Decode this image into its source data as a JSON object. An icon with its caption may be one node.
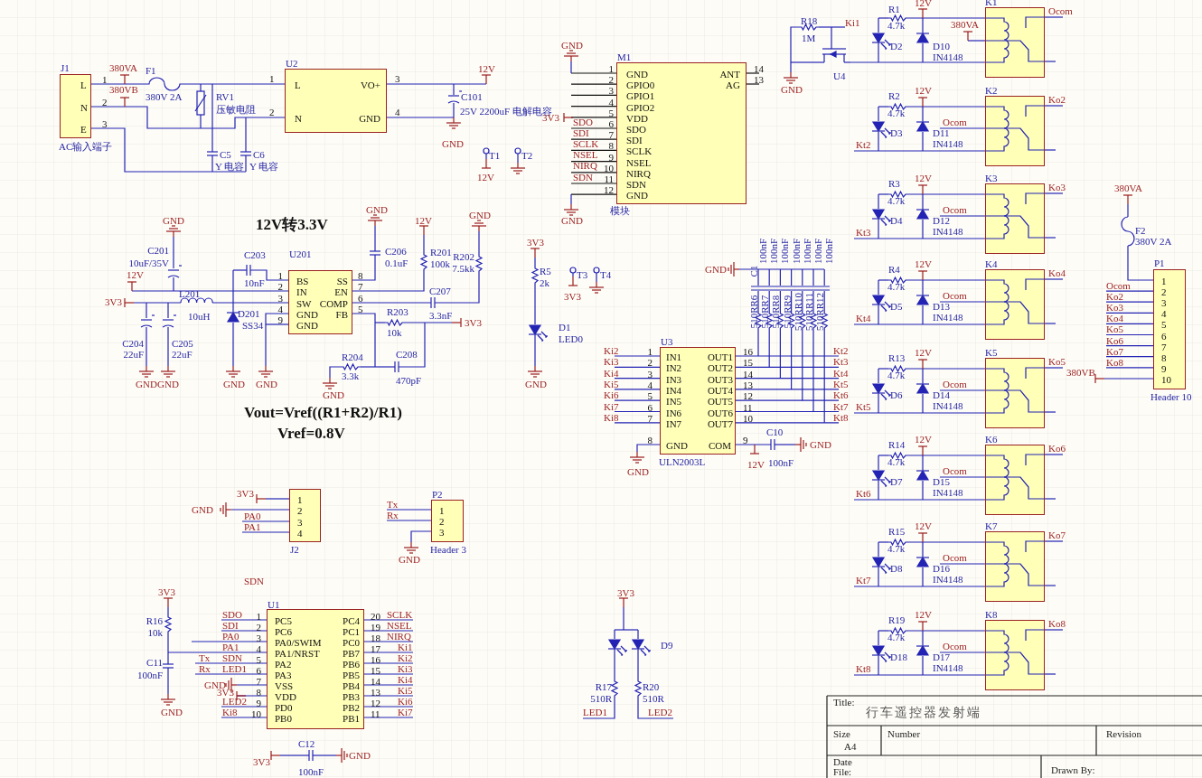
{
  "diagram": {
    "nodes": [
      {
        "text": [
          "J1",
          "L",
          "N",
          "E",
          "AC输入端子",
          "1",
          "2",
          "3"
        ],
        "beside": [
          "380VA",
          "380VB"
        ]
      },
      {
        "text": [
          "U2",
          "L",
          "N",
          "VO+",
          "GND"
        ],
        "beside": [
          "1",
          "2",
          "3",
          "4",
          "12V",
          "C101",
          "25V 2200uF 电解电容",
          "GND"
        ]
      },
      {
        "text": [
          "M1",
          "GND",
          "GPIO0",
          "GPIO1",
          "GPIO2",
          "VDD",
          "SDO",
          "SDI",
          "SCLK",
          "NSEL",
          "NIRQ",
          "SDN",
          "GND",
          "ANT",
          "AG",
          "模块"
        ],
        "beside": [
          "1",
          "2",
          "3",
          "4",
          "5",
          "6",
          "7",
          "8",
          "9",
          "10",
          "11",
          "12",
          "14",
          "13",
          "GND",
          "3V3",
          "SDO",
          "SDI",
          "SCLK",
          "NSEL",
          "NIRQ",
          "SDN",
          "GND"
        ]
      },
      {
        "text": [
          "U201",
          "BS",
          "IN",
          "SW",
          "GND",
          "GND",
          "SS",
          "EN",
          "COMP",
          "FB"
        ],
        "beside": [
          "1",
          "2",
          "3",
          "4",
          "9",
          "8",
          "7",
          "6",
          "5",
          "GND",
          "C201",
          "10uF/35V",
          "12V",
          "3V3",
          "L201",
          "10uH",
          "C204",
          "C205",
          "22uF",
          "22uF",
          "GND",
          "GND",
          "D201",
          "SS34",
          "GND",
          "GND",
          "C203",
          "10nF",
          "GND",
          "C206",
          "0.1uF",
          "12V",
          "R201",
          "100k",
          "GND",
          "R202",
          "7.5kk",
          "C207",
          "3.3nF",
          "3V3",
          "R203",
          "10k",
          "R204",
          "3.3k",
          "GND",
          "C208",
          "470pF"
        ]
      },
      {
        "text": [
          "U3",
          "IN1",
          "IN2",
          "IN3",
          "IN4",
          "IN5",
          "IN6",
          "IN7",
          "GND",
          "OUT1",
          "OUT2",
          "OUT3",
          "OUT4",
          "OUT5",
          "OUT6",
          "OUT7",
          "COM",
          "ULN2003L"
        ],
        "beside": [
          "1",
          "2",
          "3",
          "4",
          "5",
          "6",
          "7",
          "8",
          "16",
          "15",
          "14",
          "13",
          "12",
          "11",
          "10",
          "9",
          "GND",
          "C1",
          "100nF",
          "100nF",
          "100nF",
          "100nF",
          "100nF",
          "100nF",
          "100nF",
          "510RR6",
          "510RR7",
          "510RR8",
          "510RR9",
          "510RR10",
          "510RR11",
          "510RR12",
          "Ki2",
          "Kt2",
          "Ki3",
          "Kt3",
          "Ki4",
          "Kt4",
          "Ki5",
          "Kt5",
          "Ki6",
          "Kt6",
          "Ki7",
          "Kt7",
          "Ki8",
          "Kt8",
          "GND",
          "C10",
          "12V",
          "100nF",
          "GND"
        ]
      },
      {
        "text": [
          "K1"
        ],
        "beside": [
          "R18",
          "1M",
          "Ki1",
          "GND",
          "U4",
          "R1",
          "4.7k",
          "12V",
          "380VA",
          "D2",
          "D10",
          "IN4148",
          "Ocom"
        ]
      },
      {
        "text": [
          "K2"
        ],
        "beside": [
          "R2",
          "4.7k",
          "12V",
          "Ocom",
          "D3",
          "D11",
          "IN4148",
          "Kt2",
          "Ko2"
        ]
      },
      {
        "text": [
          "K3"
        ],
        "beside": [
          "R3",
          "4.7k",
          "12V",
          "Ocom",
          "D4",
          "D12",
          "IN4148",
          "Kt3",
          "Ko3"
        ]
      },
      {
        "text": [
          "K4"
        ],
        "beside": [
          "R4",
          "4.7k",
          "12V",
          "Ocom",
          "D5",
          "D13",
          "IN4148",
          "Kt4",
          "Ko4"
        ]
      },
      {
        "text": [
          "K5"
        ],
        "beside": [
          "R13",
          "4.7k",
          "12V",
          "Ocom",
          "D6",
          "D14",
          "IN4148",
          "Kt5",
          "Ko5"
        ]
      },
      {
        "text": [
          "K6"
        ],
        "beside": [
          "R14",
          "4.7k",
          "12V",
          "Ocom",
          "D7",
          "D15",
          "IN4148",
          "Kt6",
          "Ko6"
        ]
      },
      {
        "text": [
          "K7"
        ],
        "beside": [
          "R15",
          "4.7k",
          "12V",
          "Ocom",
          "D8",
          "D16",
          "IN4148",
          "Kt7",
          "Ko7"
        ]
      },
      {
        "text": [
          "K8"
        ],
        "beside": [
          "R19",
          "4.7k",
          "12V",
          "Ocom",
          "D18",
          "D17",
          "IN4148",
          "Kt8",
          "Ko8"
        ]
      },
      {
        "text": [
          "P1",
          "1",
          "2",
          "3",
          "4",
          "5",
          "6",
          "7",
          "8",
          "9",
          "10",
          "Header 10"
        ],
        "beside": [
          "380VA",
          "F2",
          "380V 2A",
          "Ocom",
          "Ko2",
          "Ko3",
          "Ko4",
          "Ko5",
          "Ko6",
          "Ko7",
          "Ko8",
          "380VB"
        ]
      },
      {
        "text": [
          "1",
          "2",
          "3",
          "4",
          "J2"
        ],
        "beside": [
          "3V3",
          "GND",
          "PA0",
          "PA1"
        ]
      },
      {
        "text": [
          "P2",
          "1",
          "2",
          "3",
          "Header 3"
        ],
        "beside": [
          "Tx",
          "Rx",
          "GND"
        ]
      },
      {
        "text": [
          "U1",
          "PC5",
          "PC6",
          "PA0/SWIM",
          "PA1/NRST",
          "PA2",
          "PA3",
          "VSS",
          "VDD",
          "PD0",
          "PB0",
          "PC4",
          "PC1",
          "PC0",
          "PB7",
          "PB6",
          "PB5",
          "PB4",
          "PB3",
          "PB2",
          "PB1"
        ],
        "beside": [
          "1",
          "2",
          "3",
          "4",
          "5",
          "6",
          "7",
          "8",
          "9",
          "10",
          "20",
          "19",
          "18",
          "17",
          "16",
          "15",
          "14",
          "13",
          "12",
          "11",
          "3V3",
          "R16",
          "10k",
          "C11",
          "100nF",
          "GND",
          "SDO",
          "SCLK",
          "SDI",
          "NSEL",
          "PA0",
          "NIRQ",
          "PA1",
          "Ki1",
          "Tx",
          "SDN",
          "Ki2",
          "Rx",
          "LED1",
          "Ki3",
          "GND",
          "Ki4",
          "3V3",
          "Ki5",
          "LED2",
          "Ki6",
          "Ki8",
          "Ki7"
        ]
      }
    ],
    "edges": [
      {
        "from": 0,
        "to": 1,
        "arrow": "none"
      },
      {
        "from": 0,
        "to": 1,
        "arrow": "none"
      }
    ],
    "labels": [
      "F1",
      "380V 2A",
      "RV1",
      "压敏电阻",
      "C5",
      "Y 电容",
      "C6",
      "Y 电容",
      "T1",
      "12V",
      "T2",
      "12V转3.3V",
      "Vout=Vref((R1+R2)/R1)",
      "Vref=0.8V",
      "3V3",
      "R5",
      "2k",
      "D1",
      "LED0",
      "GND",
      "T3",
      "T4",
      "3V3",
      "SDN",
      "C12",
      "3V3",
      "100nF",
      "GND",
      "3V3",
      "D9",
      "R17",
      "510R",
      "R20",
      "510R",
      "LED1",
      "LED2",
      "Title:",
      "行车遥控器发射端",
      "Size",
      "A4",
      "Number",
      "Revision",
      "Date",
      "File:",
      "Drawn By:"
    ]
  }
}
